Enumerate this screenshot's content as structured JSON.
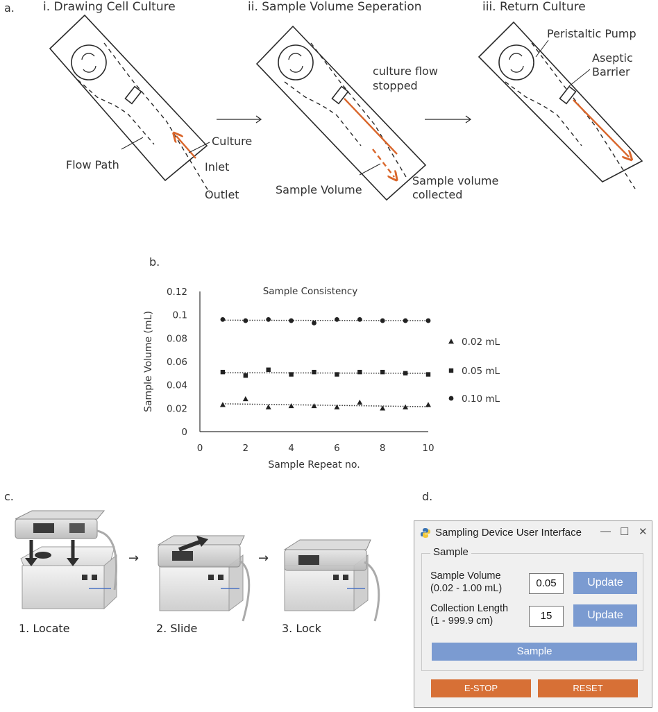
{
  "panel_a": {
    "letter": "a.",
    "titles": [
      "i. Drawing Cell Culture",
      "ii. Sample Volume Seperation",
      "iii. Return Culture"
    ],
    "labels": {
      "culture": "Culture",
      "flow_path": "Flow Path",
      "inlet": "Inlet",
      "outlet": "Outlet",
      "culture_flow_stopped_1": "culture flow",
      "culture_flow_stopped_2": "stopped",
      "sample_volume": "Sample Volume",
      "sample_volume_collected_1": "Sample volume",
      "sample_volume_collected_2": "collected",
      "peristaltic_pump": "Peristaltic Pump",
      "aseptic_barrier_1": "Aseptic",
      "aseptic_barrier_2": "Barrier"
    },
    "arrow_glyph": "→"
  },
  "panel_b": {
    "letter": "b."
  },
  "chart_data": {
    "type": "scatter",
    "title": "Sample Consistency",
    "xlabel": "Sample Repeat no.",
    "ylabel": "Sample Volume (mL)",
    "xlim": [
      0,
      10
    ],
    "ylim": [
      0,
      0.12
    ],
    "x_ticks": [
      "0",
      "2",
      "4",
      "6",
      "8",
      "10"
    ],
    "y_ticks": [
      "0",
      "0.02",
      "0.04",
      "0.06",
      "0.08",
      "0.1",
      "0.12"
    ],
    "grid": false,
    "legend_position": "right",
    "trendline": "dotted linear",
    "series": [
      {
        "name": "0.02 mL",
        "marker": "triangle",
        "x": [
          1,
          2,
          3,
          4,
          5,
          6,
          7,
          8,
          9,
          10
        ],
        "y": [
          0.023,
          0.028,
          0.021,
          0.022,
          0.022,
          0.021,
          0.025,
          0.02,
          0.021,
          0.023
        ]
      },
      {
        "name": "0.05 mL",
        "marker": "square",
        "x": [
          1,
          2,
          3,
          4,
          5,
          6,
          7,
          8,
          9,
          10
        ],
        "y": [
          0.051,
          0.048,
          0.053,
          0.049,
          0.051,
          0.049,
          0.051,
          0.051,
          0.05,
          0.049
        ]
      },
      {
        "name": "0.10 mL",
        "marker": "circle",
        "x": [
          1,
          2,
          3,
          4,
          5,
          6,
          7,
          8,
          9,
          10
        ],
        "y": [
          0.096,
          0.095,
          0.096,
          0.095,
          0.093,
          0.096,
          0.096,
          0.095,
          0.095,
          0.095
        ]
      }
    ]
  },
  "panel_c": {
    "letter": "c.",
    "steps": [
      "1. Locate",
      "2. Slide",
      "3. Lock"
    ],
    "arrow_glyph": "→"
  },
  "panel_d": {
    "letter": "d.",
    "window_title": "Sampling Device User Interface",
    "controls": {
      "minimize": "—",
      "maximize": "☐",
      "close": "✕"
    },
    "group_label": "Sample",
    "volume_label_1": "Sample Volume",
    "volume_label_2": "(0.02 - 1.00 mL)",
    "volume_value": "0.05",
    "length_label_1": "Collection Length",
    "length_label_2": "(1 - 999.9 cm)",
    "length_value": "15",
    "update_label": "Update",
    "sample_label": "Sample",
    "estop_label": "E-STOP",
    "reset_label": "RESET",
    "colors": {
      "button_blue": "#7b9bd1",
      "button_orange": "#d77036"
    }
  },
  "colors": {
    "flow_orange": "#d9662b",
    "line": "#2a2a2a"
  }
}
